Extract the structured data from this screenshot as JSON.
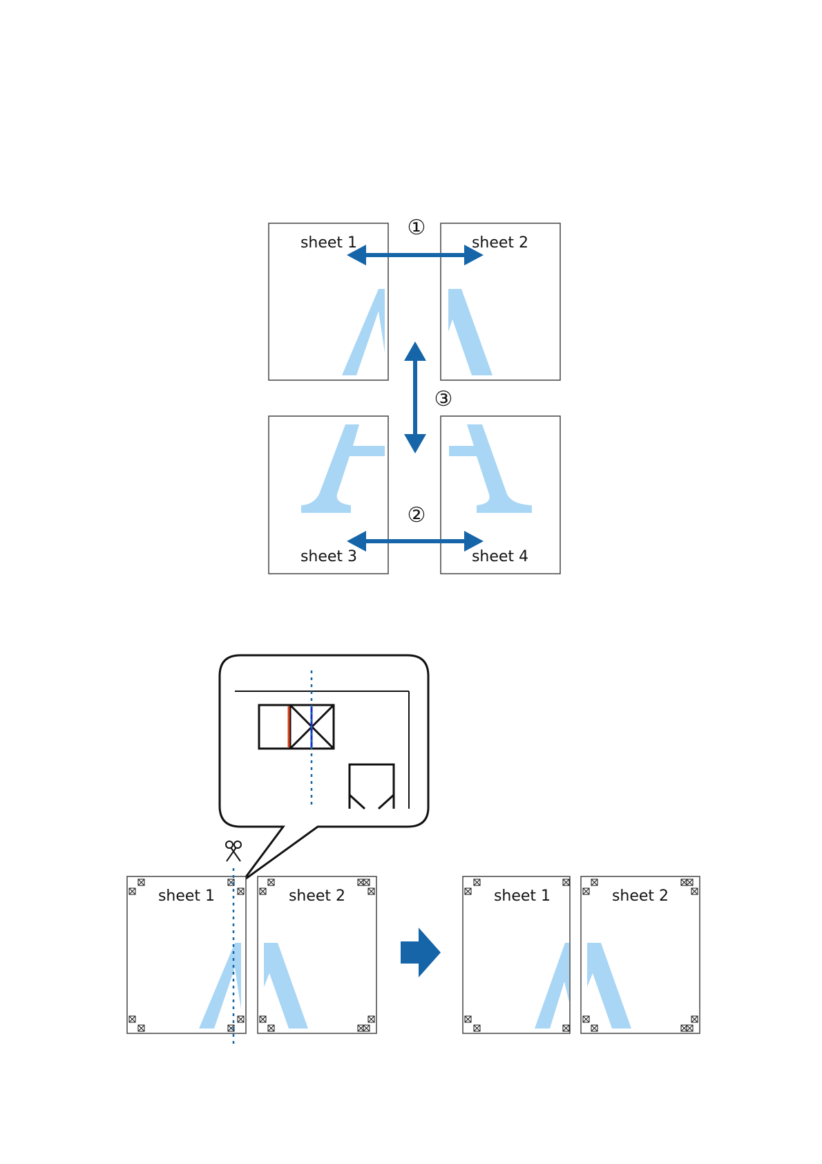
{
  "colors": {
    "arrow": "#1565a8",
    "letter": "#a9d6f5",
    "sheet_border": "#444444",
    "cut_line": "#1565a8",
    "mark_red": "#e0401a",
    "mark_blue": "#1a2ad0"
  },
  "top_diagram": {
    "sheets": [
      {
        "label": "sheet 1"
      },
      {
        "label": "sheet 2"
      },
      {
        "label": "sheet 3"
      },
      {
        "label": "sheet 4"
      }
    ],
    "steps": {
      "step1": "①",
      "step2": "②",
      "step3": "③"
    }
  },
  "bottom_diagram": {
    "before": {
      "left_label": "sheet 1",
      "right_label": "sheet 2"
    },
    "after": {
      "left_label": "sheet 1",
      "right_label": "sheet 2"
    },
    "icons": [
      "scissors-icon",
      "right-arrow-icon",
      "registration-mark-icon"
    ]
  }
}
